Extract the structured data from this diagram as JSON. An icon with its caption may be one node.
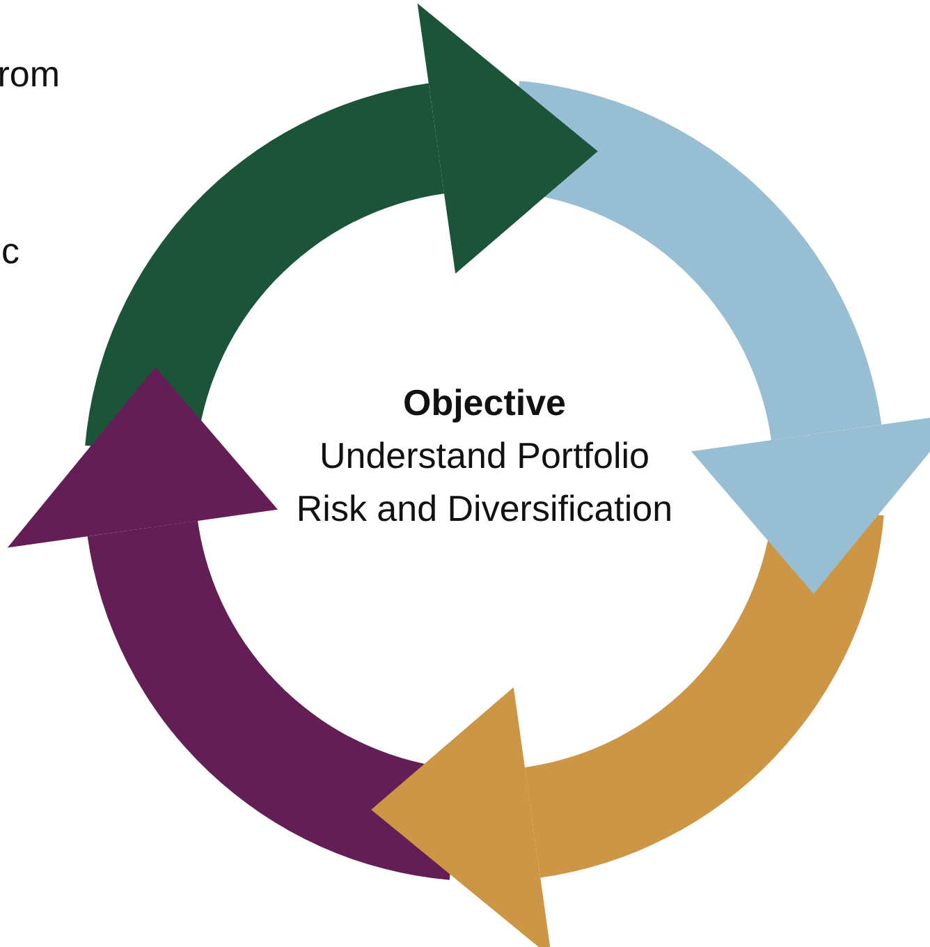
{
  "diagram": {
    "nodes": [
      {
        "text": [
          "Objective",
          "Understand Portfolio Risk and Diversification"
        ]
      }
    ],
    "labels": [
      "rom",
      "c"
    ]
  }
}
